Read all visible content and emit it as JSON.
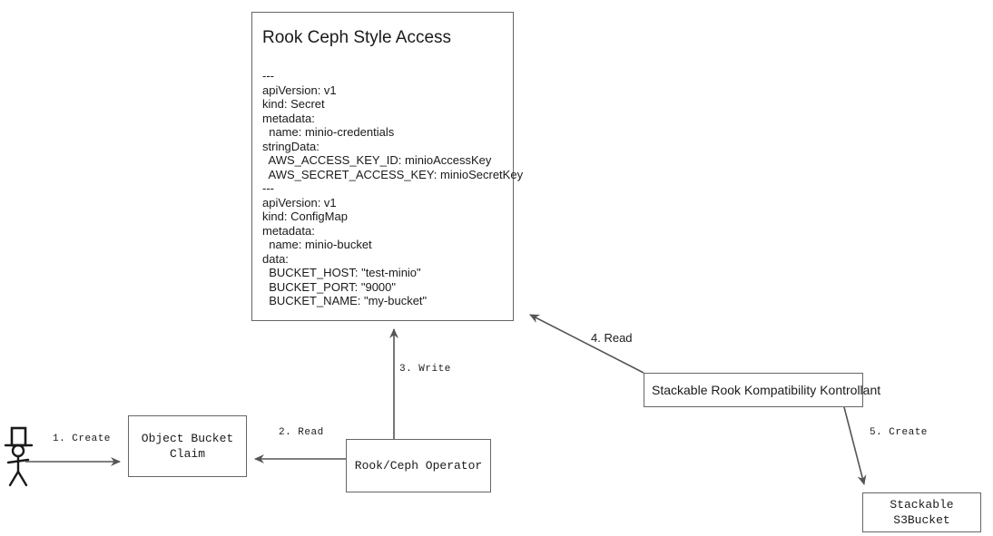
{
  "diagram": {
    "title_card": {
      "heading": "Rook Ceph Style Access",
      "yaml": "---\napiVersion: v1\nkind: Secret\nmetadata:\n  name: minio-credentials\nstringData:\n  AWS_ACCESS_KEY_ID: minioAccessKey\n  AWS_SECRET_ACCESS_KEY: minioSecretKey\n---\napiVersion: v1\nkind: ConfigMap\nmetadata:\n  name: minio-bucket\ndata:\n  BUCKET_HOST: \"test-minio\"\n  BUCKET_PORT: \"9000\"\n  BUCKET_NAME: \"my-bucket\""
    },
    "nodes": {
      "actor": "stick-figure-actor",
      "object_bucket_claim": "Object Bucket\nClaim",
      "rook_ceph_operator": "Rook/Ceph Operator",
      "stackable_rook_kontrollant": "Stackable Rook Kompatibility Kontrollant",
      "stackable_s3bucket": "Stackable S3Bucket"
    },
    "edges": [
      {
        "id": "create-obc",
        "label": "1. Create",
        "font": "mono"
      },
      {
        "id": "read-obc",
        "label": "2. Read",
        "font": "mono"
      },
      {
        "id": "write-yaml",
        "label": "3. Write",
        "font": "mono"
      },
      {
        "id": "read-yaml",
        "label": "4. Read",
        "font": "sans"
      },
      {
        "id": "create-s3bucket",
        "label": "5. Create",
        "font": "mono"
      }
    ],
    "colors": {
      "stroke": "#666666",
      "arrow": "#555555",
      "text": "#1a1a1a",
      "background": "#ffffff"
    }
  }
}
